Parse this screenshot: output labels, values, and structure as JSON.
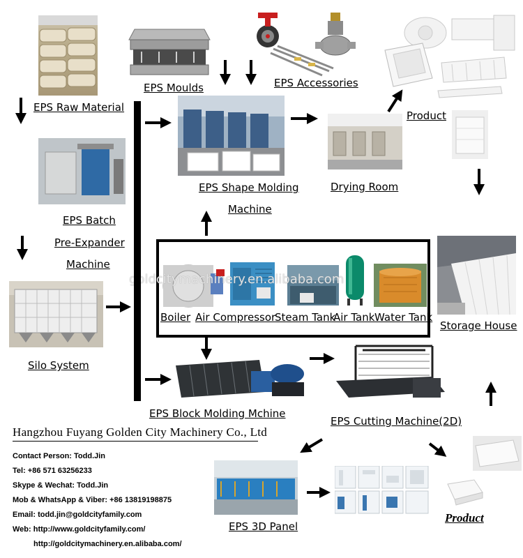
{
  "labels": {
    "raw_material": "EPS Raw Material",
    "moulds": "EPS Moulds",
    "accessories": "EPS Accessories",
    "product_top": "Product",
    "shape_molding_1": "EPS Shape Molding",
    "shape_molding_2": "Machine",
    "drying_room": "Drying Room",
    "batch_1": "EPS Batch",
    "batch_2": "Pre-Expander",
    "batch_3": "Machine",
    "silo": "Silo System",
    "boiler": "Boiler",
    "air_compressor": "Air Compressor",
    "steam_tank": "Steam Tank",
    "air_tank": "Air Tank",
    "water_tank": "Water Tank",
    "storage_house": "Storage House",
    "block_molding": "EPS Block Molding Mchine",
    "cutting_machine": "EPS Cutting Machine(2D)",
    "panel_3d": "EPS 3D Panel",
    "product_bottom": "Product"
  },
  "watermark": "goldcitymachinery.en.alibaba.com",
  "company": "Hangzhou Fuyang Golden City Machinery Co., Ltd",
  "contact": {
    "person": "Contact Person:   Todd.Jin",
    "tel": "Tel: +86 571 63256233",
    "skype": " Skype & Wechat: Todd.Jin",
    "mob": "Mob & WhatsApp & Viber: +86 13819198875",
    "email": "Email: todd.jin@goldcityfamily.com",
    "web": "Web: http://www.goldcityfamily.com/",
    "alibaba": "http://goldcitymachinery.en.alibaba.com/"
  }
}
